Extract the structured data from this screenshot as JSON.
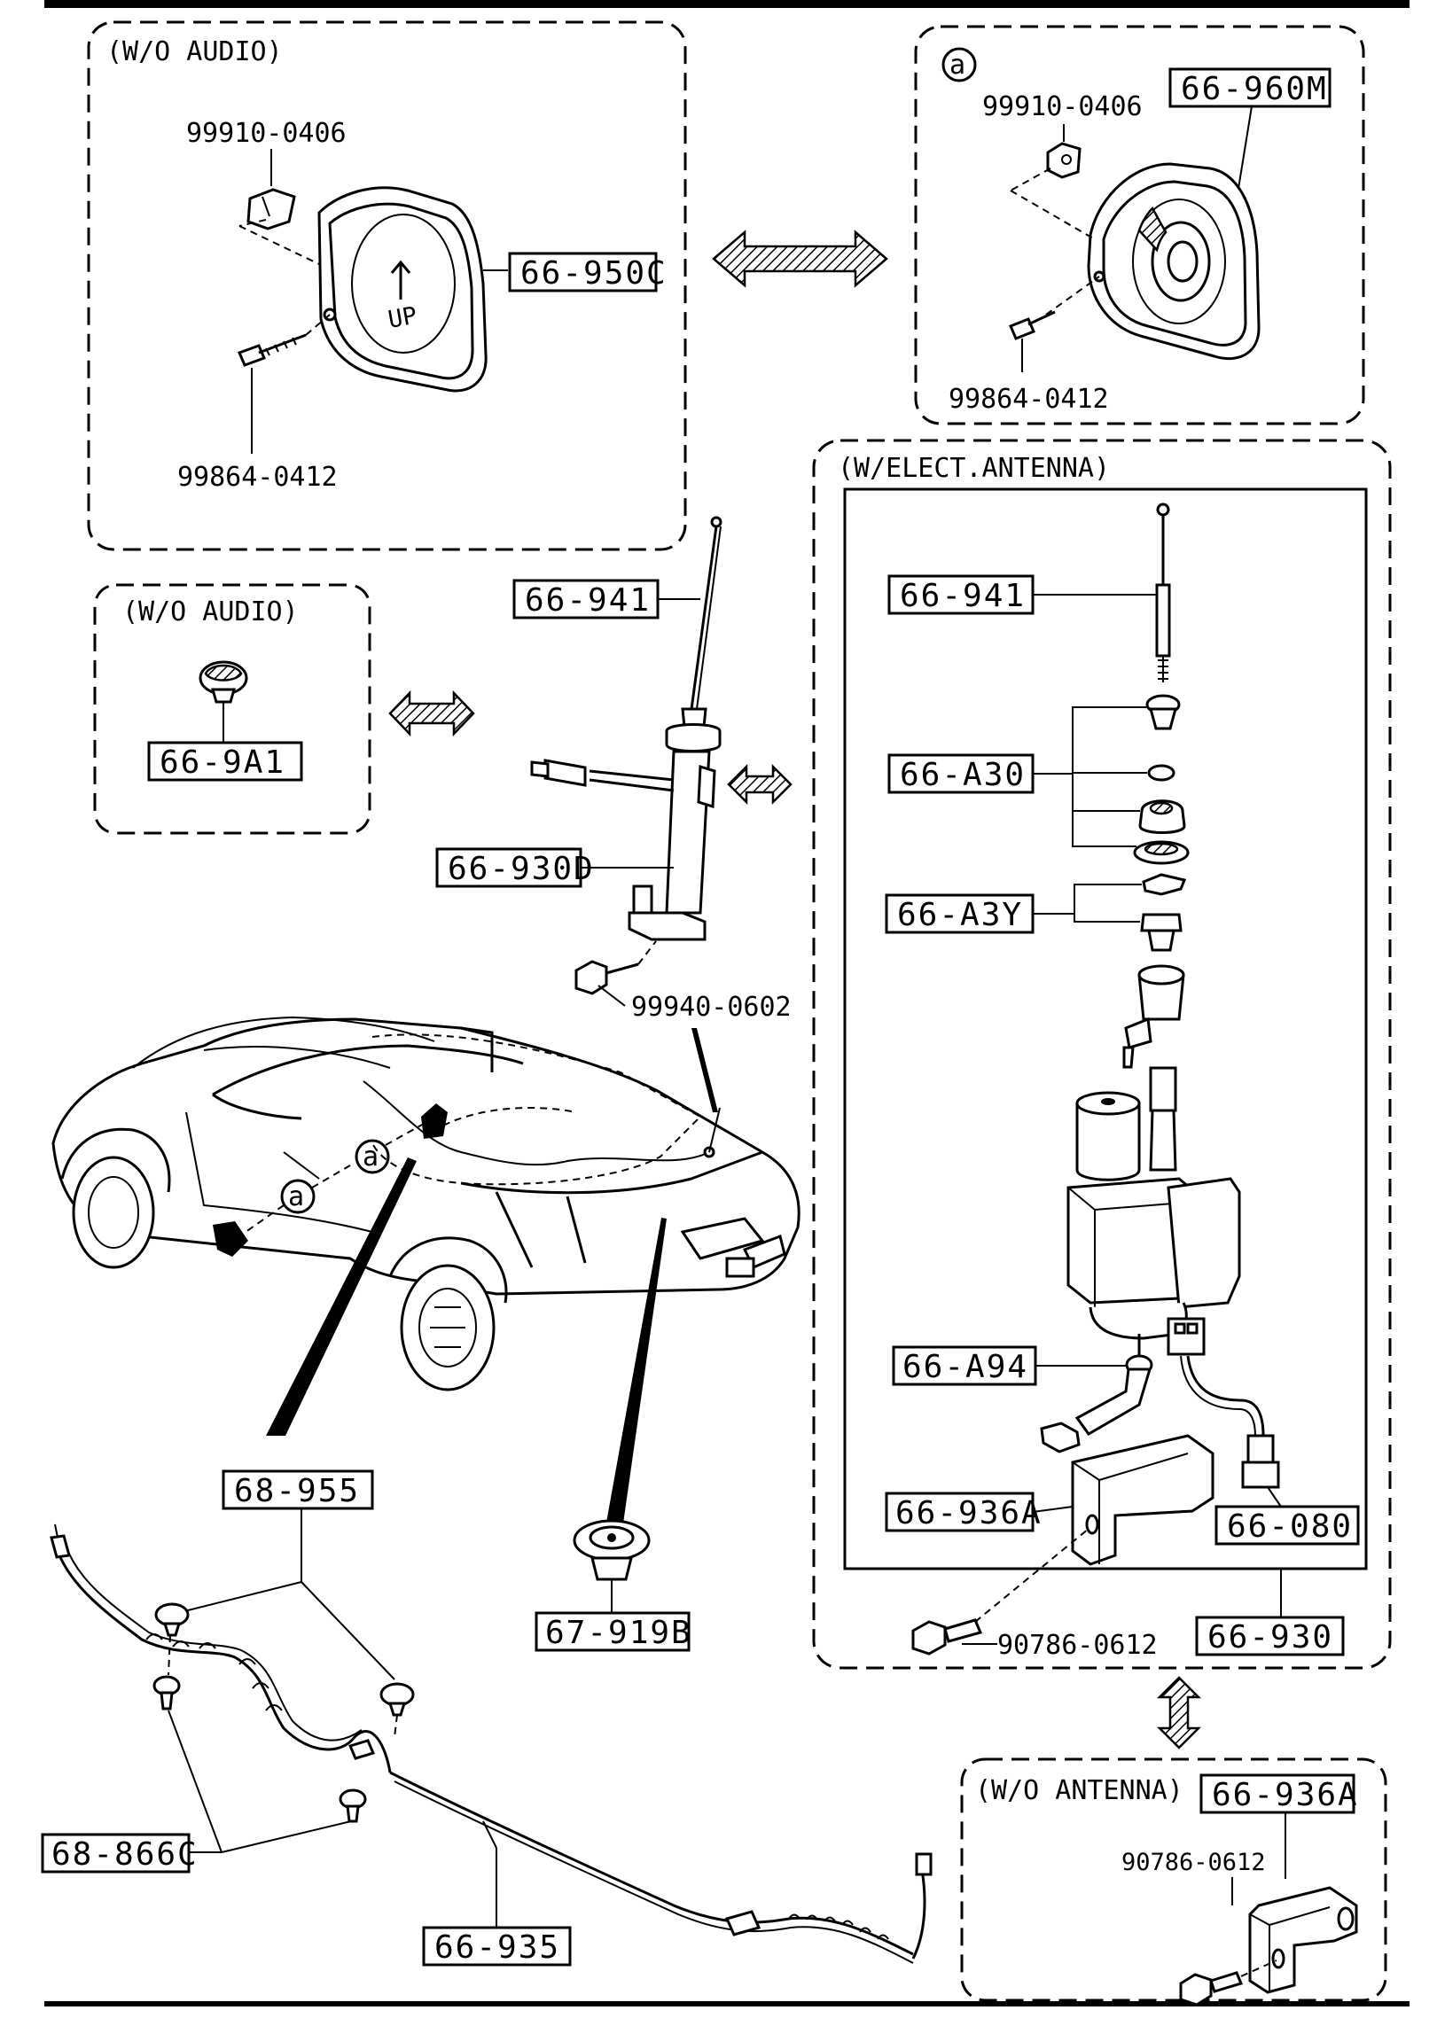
{
  "groups": {
    "wo_audio_speaker": "(W/O AUDIO)",
    "wo_audio_cap": "(W/O AUDIO)",
    "w_elect_antenna": "(W/ELECT.ANTENNA)",
    "wo_antenna": "(W/O ANTENNA)"
  },
  "callout_marker": "a",
  "parts": {
    "nut_clip_1": "99910-0406",
    "speaker_cover": "66-950C",
    "screw_1": "99864-0412",
    "nut_clip_2": "99910-0406",
    "speaker": "66-960M",
    "screw_2": "99864-0412",
    "cap": "66-9A1",
    "mast_manual": "66-941",
    "antenna_manual": "66-930D",
    "bolt_antenna": "99940-0602",
    "mast_elect": "66-941",
    "seal_kit": "66-A30",
    "nut_kit": "66-A3Y",
    "drain_tube": "66-A94",
    "bracket": "66-936A",
    "connector": "66-080",
    "bolt_bracket": "90786-0612",
    "antenna_elect": "66-930",
    "bracket_wo": "66-936A",
    "bolt_bracket_wo": "90786-0612",
    "harness": "68-955",
    "grommet": "67-919B",
    "clips": "68-866C",
    "feeder": "66-935"
  }
}
